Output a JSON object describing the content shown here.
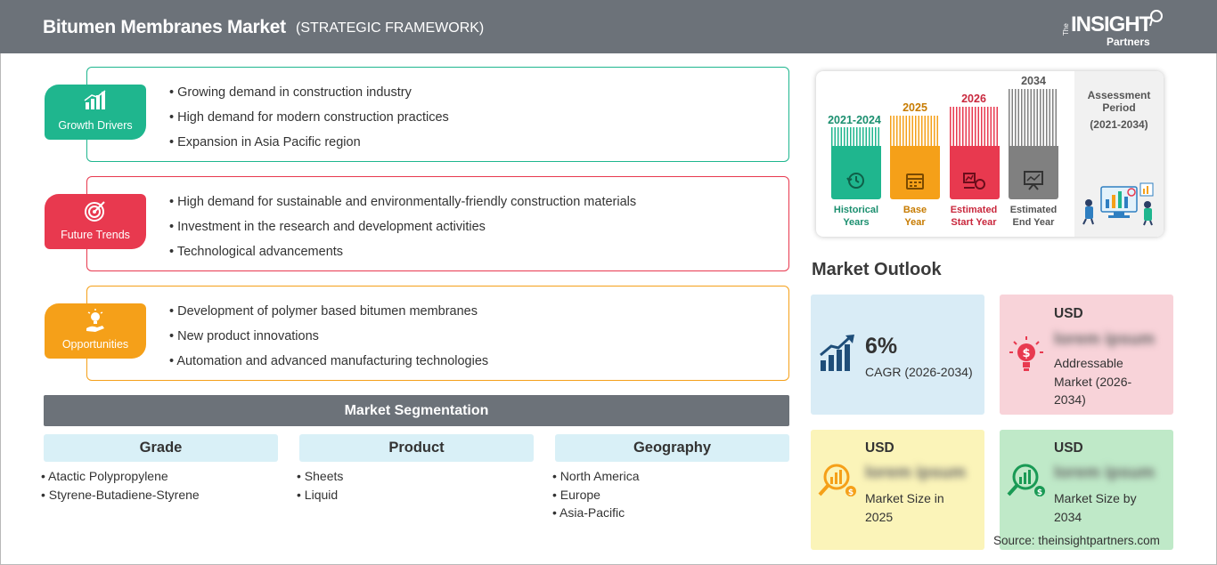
{
  "header": {
    "title": "Bitumen Membranes Market",
    "subtitle": "(STRATEGIC FRAMEWORK)",
    "logo": {
      "the": "The",
      "insight": "INSIGHT",
      "partners": "Partners"
    }
  },
  "framework": [
    {
      "badge": "Growth Drivers",
      "icon": "bar-chart-growth-icon",
      "color": "#1fb68e",
      "items": [
        "Growing demand in construction industry",
        "High demand for modern construction practices",
        "Expansion in Asia Pacific region"
      ]
    },
    {
      "badge": "Future Trends",
      "icon": "target-icon",
      "color": "#e8394f",
      "items": [
        "High demand for sustainable and environmentally-friendly construction materials",
        "Investment in the research and development activities",
        "Technological advancements"
      ]
    },
    {
      "badge": "Opportunities",
      "icon": "lightbulb-hand-icon",
      "color": "#f5a019",
      "items": [
        "Development of polymer based bitumen membranes",
        "New product innovations",
        "Automation and advanced manufacturing technologies"
      ]
    }
  ],
  "segmentation": {
    "title": "Market Segmentation",
    "columns": [
      {
        "head": "Grade",
        "items": [
          "Atactic Polypropylene",
          "Styrene-Butadiene-Styrene"
        ]
      },
      {
        "head": "Product",
        "items": [
          "Sheets",
          "Liquid"
        ]
      },
      {
        "head": "Geography",
        "items": [
          "North America",
          "Europe",
          "Asia-Pacific"
        ]
      }
    ]
  },
  "timeline": {
    "periods": [
      {
        "year": "2021-2024",
        "label1": "Historical",
        "label2": "Years",
        "color": "#1fb68e",
        "text_color": "#1b8f6f",
        "icon": "history-icon"
      },
      {
        "year": "2025",
        "label1": "Base",
        "label2": "Year",
        "color": "#f5a019",
        "text_color": "#c77b00",
        "icon": "calendar-icon"
      },
      {
        "year": "2026",
        "label1": "Estimated",
        "label2": "Start Year",
        "color": "#e8394f",
        "text_color": "#c9283d",
        "icon": "analytics-icon"
      },
      {
        "year": "2034",
        "label1": "Estimated",
        "label2": "End Year",
        "color": "#808080",
        "text_color": "#555555",
        "icon": "presentation-icon"
      }
    ],
    "assessment_label": "Assessment Period",
    "assessment_range": "(2021-2034)"
  },
  "outlook": {
    "title": "Market Outlook",
    "cagr": {
      "value": "6%",
      "label": "CAGR (2026-2034)",
      "bg": "#d9ecf6"
    },
    "addressable": {
      "usd": "USD",
      "value": "lorem ipsum",
      "label": "Addressable Market (2026-2034)",
      "bg": "#f8d3d9"
    },
    "size2025": {
      "usd": "USD",
      "value": "lorem ipsum",
      "label": "Market Size in 2025",
      "bg": "#fbf4b9"
    },
    "size2034": {
      "usd": "USD",
      "value": "lorem ipsum",
      "label": "Market Size by 2034",
      "bg": "#bfe9c8"
    }
  },
  "source": "Source: theinsightpartners.com"
}
